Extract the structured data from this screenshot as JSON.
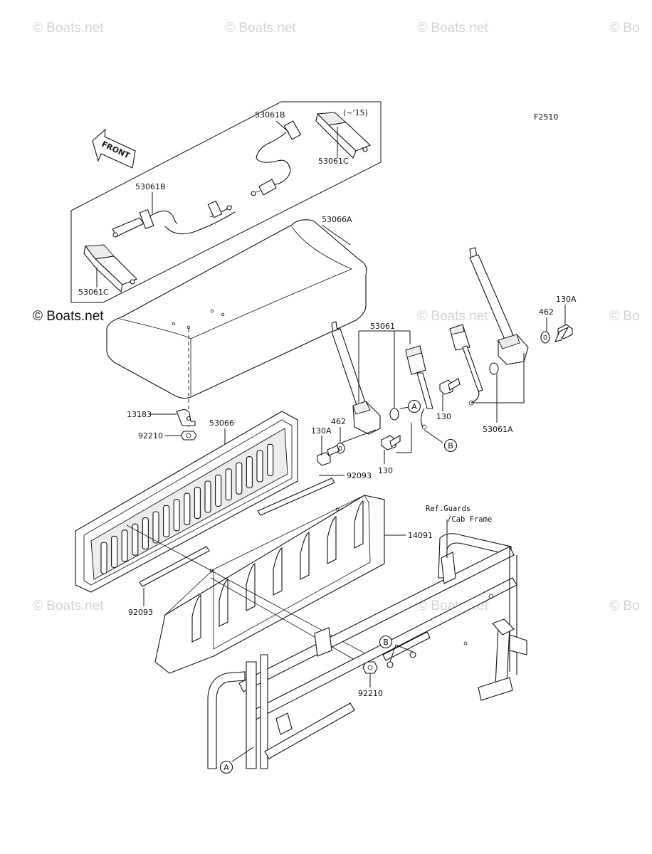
{
  "watermarks": {
    "faint": "© Boats.net",
    "faint_cut": "© Bo",
    "main": "© Boats.net"
  },
  "figure_code": "F2510",
  "front_arrow_label": "FRONT",
  "inset_condition": "(~'15)",
  "labels": {
    "p53061B_top": "53061B",
    "p53061C_top": "53061C",
    "p53061B_left": "53061B",
    "p53061C_left": "53061C",
    "p53066A": "53066A",
    "p53061": "53061",
    "p462_right": "462",
    "p130A_right": "130A",
    "p13183": "13183",
    "p92210_left": "92210",
    "p53066": "53066",
    "p130A_left": "130A",
    "p462_left": "462",
    "p130_mid": "130",
    "p130_right": "130",
    "p53061A": "53061A",
    "p92093_top": "92093",
    "p14091": "14091",
    "p92093_bottom": "92093",
    "p92210_bottom": "92210",
    "ref_line1": "Ref.Guards",
    "ref_line2": "/Cab Frame"
  },
  "callouts": {
    "A": "A",
    "B": "B"
  }
}
